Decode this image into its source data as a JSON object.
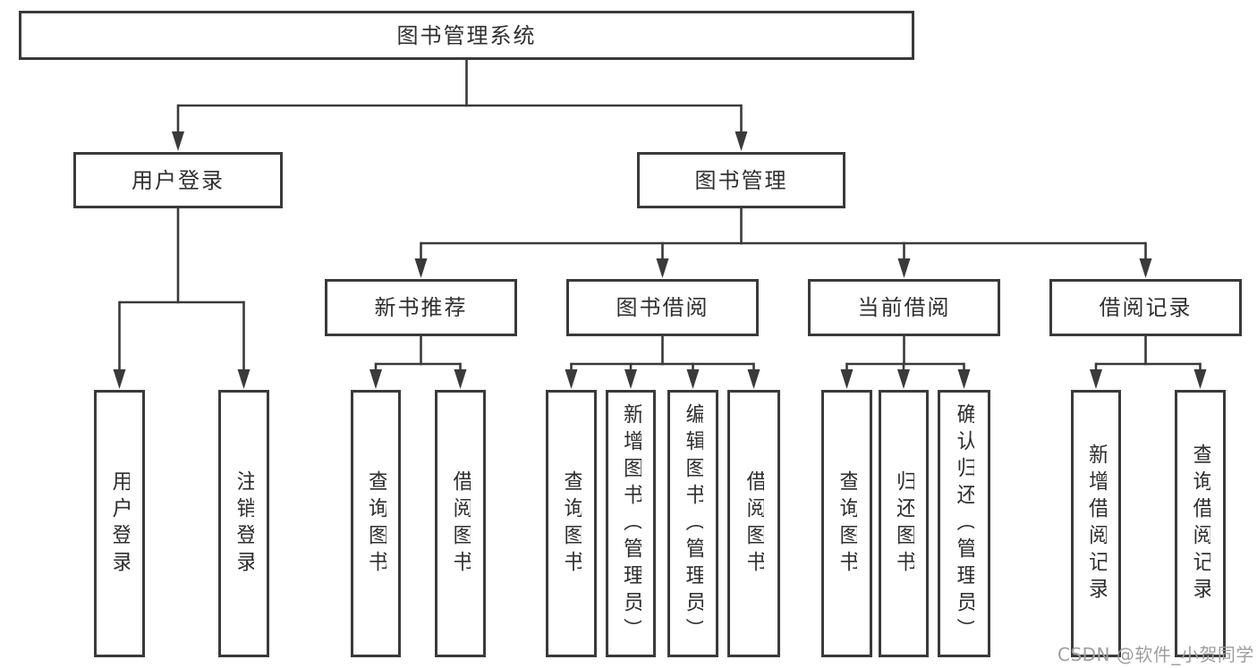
{
  "tree": {
    "root": {
      "label": "图书管理系统",
      "children": [
        {
          "label": "用户登录",
          "children": [
            {
              "label": "用户登录"
            },
            {
              "label": "注销登录"
            }
          ]
        },
        {
          "label": "图书管理",
          "children": [
            {
              "label": "新书推荐",
              "children": [
                {
                  "label": "查询图书"
                },
                {
                  "label": "借阅图书"
                }
              ]
            },
            {
              "label": "图书借阅",
              "children": [
                {
                  "label": "查询图书"
                },
                {
                  "label": "新增图书（管理员）"
                },
                {
                  "label": "编辑图书（管理员）"
                },
                {
                  "label": "借阅图书"
                }
              ]
            },
            {
              "label": "当前借阅",
              "children": [
                {
                  "label": "查询图书"
                },
                {
                  "label": "归还图书"
                },
                {
                  "label": "确认归还（管理员）"
                }
              ]
            },
            {
              "label": "借阅记录",
              "children": [
                {
                  "label": "新增借阅记录"
                },
                {
                  "label": "查询借阅记录"
                }
              ]
            }
          ]
        }
      ]
    }
  },
  "watermark": {
    "text": "CSDN @软件_小贺同学"
  },
  "colors": {
    "line": "#3a3a3a",
    "text": "#2f2f2f",
    "watermark": "#9e9e9e",
    "background": "#ffffff"
  }
}
